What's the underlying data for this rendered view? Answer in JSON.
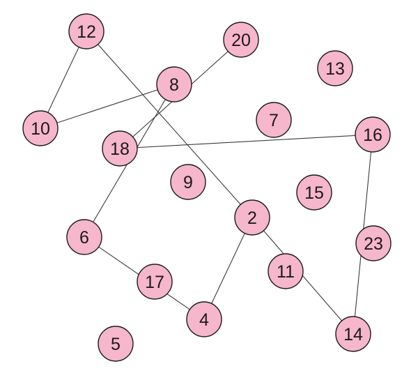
{
  "colors": {
    "node_fill": "#f6b6cc",
    "node_stroke": "#1a1a1a",
    "edge": "#3a3a3a"
  },
  "nodes": [
    {
      "id": "12",
      "label": "12"
    },
    {
      "id": "20",
      "label": "20"
    },
    {
      "id": "8",
      "label": "8"
    },
    {
      "id": "13",
      "label": "13"
    },
    {
      "id": "10",
      "label": "10"
    },
    {
      "id": "7",
      "label": "7"
    },
    {
      "id": "16",
      "label": "16"
    },
    {
      "id": "18",
      "label": "18"
    },
    {
      "id": "9",
      "label": "9"
    },
    {
      "id": "15",
      "label": "15"
    },
    {
      "id": "2",
      "label": "2"
    },
    {
      "id": "6",
      "label": "6"
    },
    {
      "id": "23",
      "label": "23"
    },
    {
      "id": "11",
      "label": "11"
    },
    {
      "id": "17",
      "label": "17"
    },
    {
      "id": "4",
      "label": "4"
    },
    {
      "id": "14",
      "label": "14"
    },
    {
      "id": "5",
      "label": "5"
    }
  ],
  "edges": [
    [
      "12",
      "10"
    ],
    [
      "12",
      "2"
    ],
    [
      "10",
      "8"
    ],
    [
      "20",
      "18"
    ],
    [
      "8",
      "6"
    ],
    [
      "18",
      "16"
    ],
    [
      "16",
      "14"
    ],
    [
      "2",
      "4"
    ],
    [
      "2",
      "14"
    ],
    [
      "6",
      "4"
    ]
  ]
}
